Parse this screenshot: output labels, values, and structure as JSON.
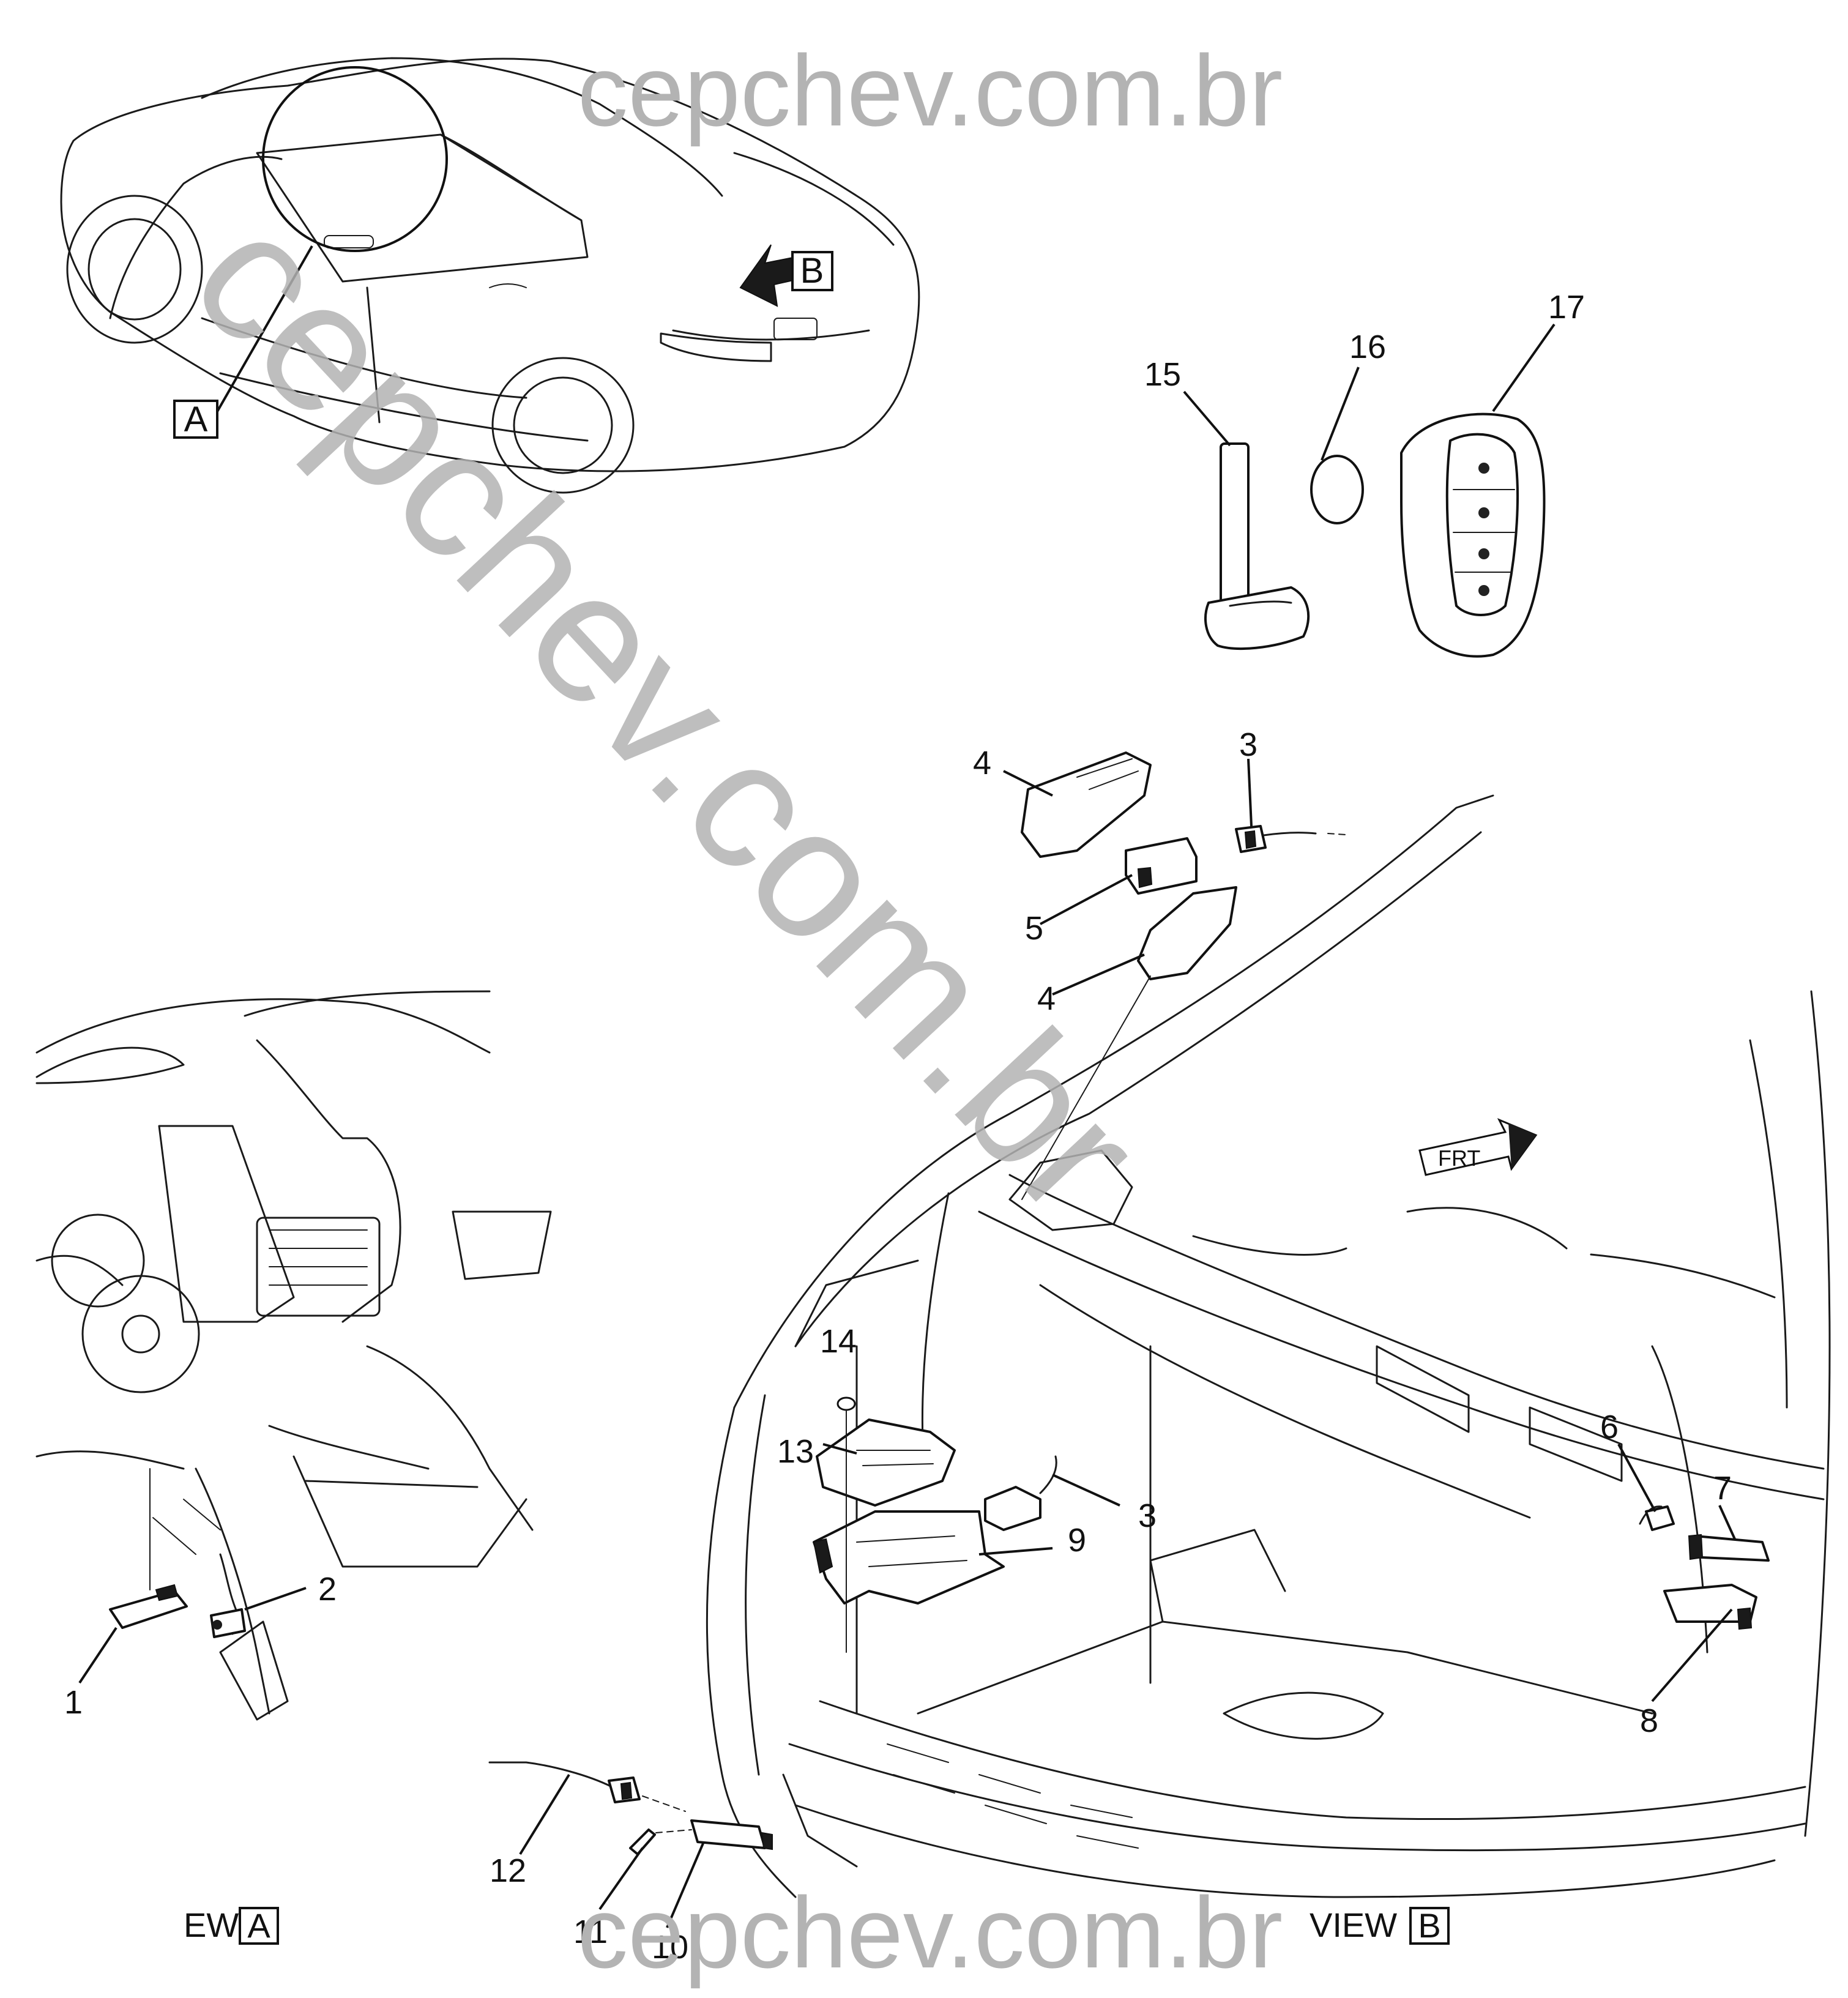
{
  "watermark": {
    "top": "cepchev.com.br",
    "bottom": "cepchev.com.br",
    "diagonal": "cepchev.com.br"
  },
  "view_markers": {
    "a": "A",
    "b": "B"
  },
  "view_captions": {
    "a_prefix": "EW",
    "a_box": "A",
    "b_prefix": "VIEW",
    "b_box": "B"
  },
  "orientation_arrow": "FRT",
  "callouts": {
    "c1": "1",
    "c2": "2",
    "c3_top": "3",
    "c3_mid": "3",
    "c4_top": "4",
    "c4_low": "4",
    "c5": "5",
    "c6": "6",
    "c7": "7",
    "c8": "8",
    "c9": "9",
    "c10": "10",
    "c11": "11",
    "c12": "12",
    "c13": "13",
    "c14": "14",
    "c15": "15",
    "c16": "16",
    "c17": "17"
  }
}
